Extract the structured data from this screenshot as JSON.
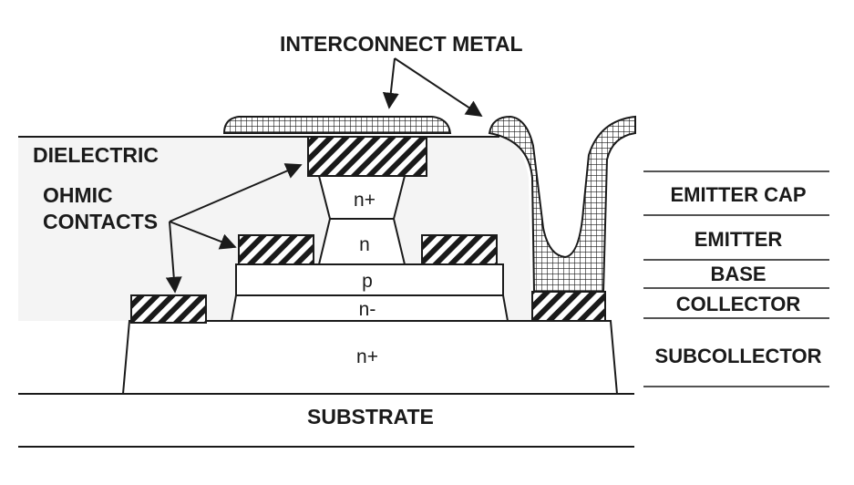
{
  "labels": {
    "interconnect_metal": "INTERCONNECT METAL",
    "dielectric": "DIELECTRIC",
    "ohmic_line1": "OHMIC",
    "ohmic_line2": "CONTACTS",
    "substrate": "SUBSTRATE"
  },
  "regions": {
    "emitter_cap_doping": "n+",
    "emitter_doping": "n",
    "base_doping": "p",
    "collector_doping": "n-",
    "subcollector_doping": "n+"
  },
  "layers": [
    "EMITTER CAP",
    "EMITTER",
    "BASE",
    "COLLECTOR",
    "SUBCOLLECTOR"
  ],
  "colors": {
    "ink": "#1a1a1a",
    "background": "#ffffff"
  }
}
